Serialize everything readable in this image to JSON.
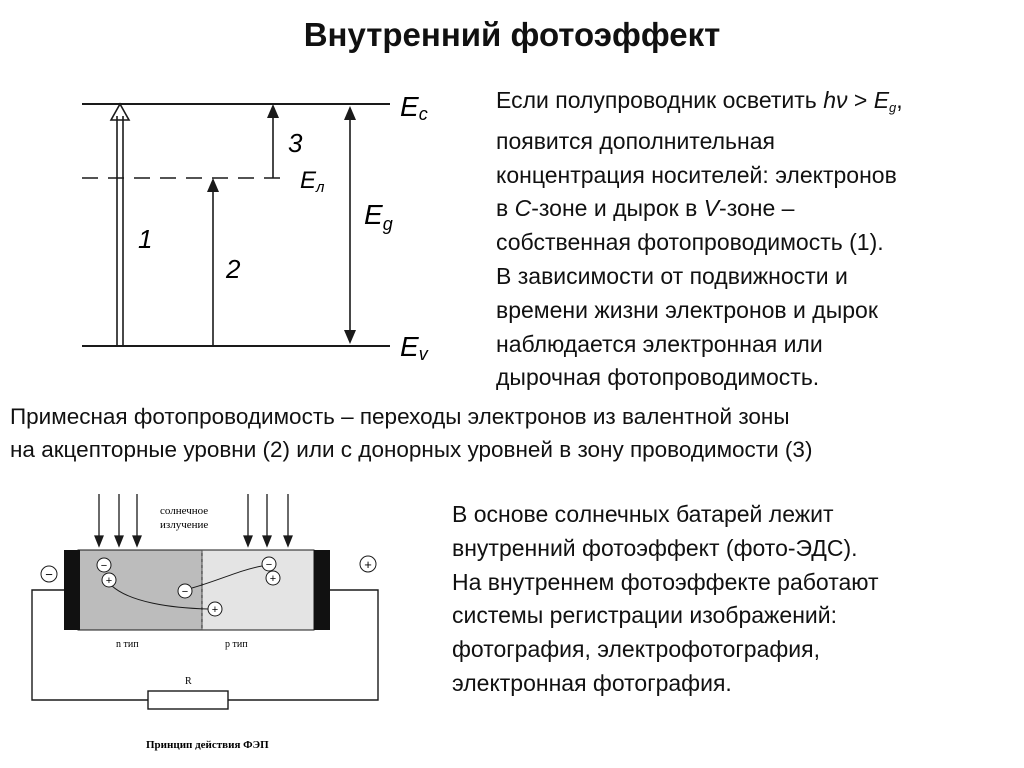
{
  "slide": {
    "title": "Внутренний фотоэффект"
  },
  "band_diagram": {
    "levels": {
      "ec": "E",
      "ec_sub": "c",
      "el": "E",
      "el_sub": "л",
      "ev": "E",
      "ev_sub": "v",
      "eg": "E",
      "eg_sub": "g"
    },
    "transitions": [
      "1",
      "2",
      "3"
    ]
  },
  "intrinsic_text": {
    "line1_prefix": "Если полупроводник осветить ",
    "line1_h": "h",
    "line1_nu": "ν",
    "line1_gt": " > ",
    "line1_E": "E",
    "line1_g": "g",
    "line1_suffix": ",",
    "line2": "появится дополнительная",
    "line3": "концентрация носителей: электронов",
    "line4_a": "в ",
    "line4_C": "C",
    "line4_b": "-зоне и дырок в ",
    "line4_V": "V",
    "line4_c": "-зоне –",
    "line5": "собственная фотопроводимость (1).",
    "line6": "В зависимости от подвижности и",
    "line7": "времени жизни электронов и дырок",
    "line8": "наблюдается электронная или",
    "line9": "дырочная фотопроводимость."
  },
  "impurity_text": {
    "line1": "Примесная фотопроводимость – переходы электронов из валентной зоны",
    "line2": "на акцепторные уровни (2) или с донорных уровней в зону проводимости (3)"
  },
  "solar_cell_diagram": {
    "radiation_label_1": "солнечное",
    "radiation_label_2": "излучение",
    "n_type_label": "n тип",
    "p_type_label": "p тип",
    "resistor_label": "R",
    "minus_terminal": "−",
    "plus_terminal": "+",
    "electron_sign": "−",
    "hole_sign": "+",
    "caption": "Принцип действия ФЭП"
  },
  "solar_text": {
    "line1": "В основе солнечных батарей лежит",
    "line2": "внутренний фотоэффект (фото-ЭДС).",
    "line3": "На внутреннем фотоэффекте работают",
    "line4": "системы регистрации изображений:",
    "line5": "фотография, электрофотография,",
    "line6": "электронная фотография."
  },
  "colors": {
    "text": "#111111",
    "line": "#1a1a1a",
    "junction_dark": "#111111",
    "n_region_fill": "#bcbcbc",
    "p_region_fill": "#e4e4e4"
  }
}
